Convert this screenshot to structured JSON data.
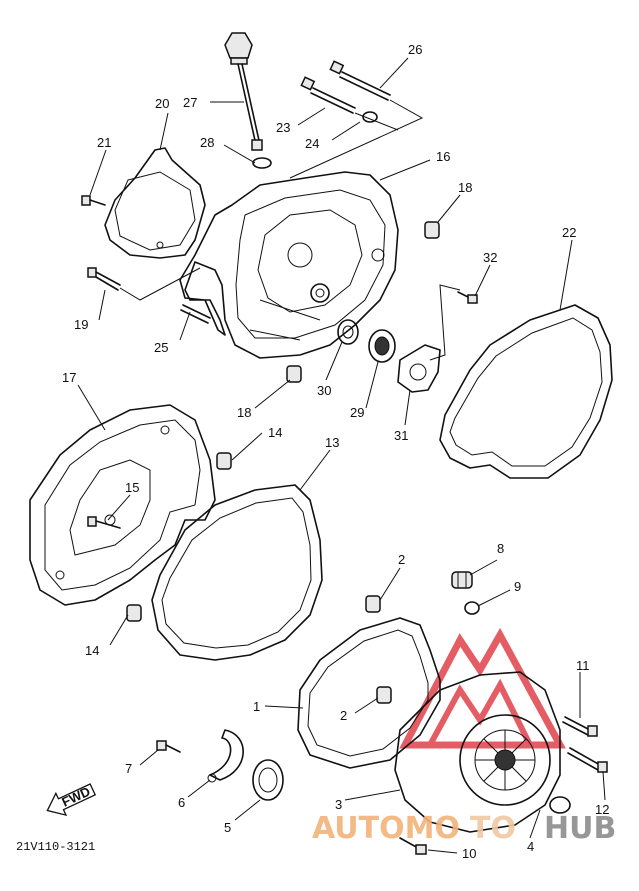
{
  "diagram_code": "21V110-3121",
  "fwd_label": "FWD",
  "watermark": {
    "text_a": "AUTOMO",
    "text_b": "TO",
    "text_c": "HUB",
    "colors": {
      "a": "#f2b37a",
      "b": "#f0c9a0",
      "c": "#8c8c8c",
      "logo": "#e0414a"
    }
  },
  "callouts": {
    "c1": "1",
    "c2a": "2",
    "c2b": "2",
    "c3": "3",
    "c4": "4",
    "c5": "5",
    "c6": "6",
    "c7": "7",
    "c8": "8",
    "c9": "9",
    "c10": "10",
    "c11": "11",
    "c12": "12",
    "c13": "13",
    "c14a": "14",
    "c14b": "14",
    "c15": "15",
    "c16": "16",
    "c17": "17",
    "c18a": "18",
    "c18b": "18",
    "c19": "19",
    "c20": "20",
    "c21": "21",
    "c22": "22",
    "c23": "23",
    "c24": "24",
    "c25": "25",
    "c26": "26",
    "c27": "27",
    "c28": "28",
    "c29": "29",
    "c30": "30",
    "c31": "31",
    "c32": "32"
  }
}
